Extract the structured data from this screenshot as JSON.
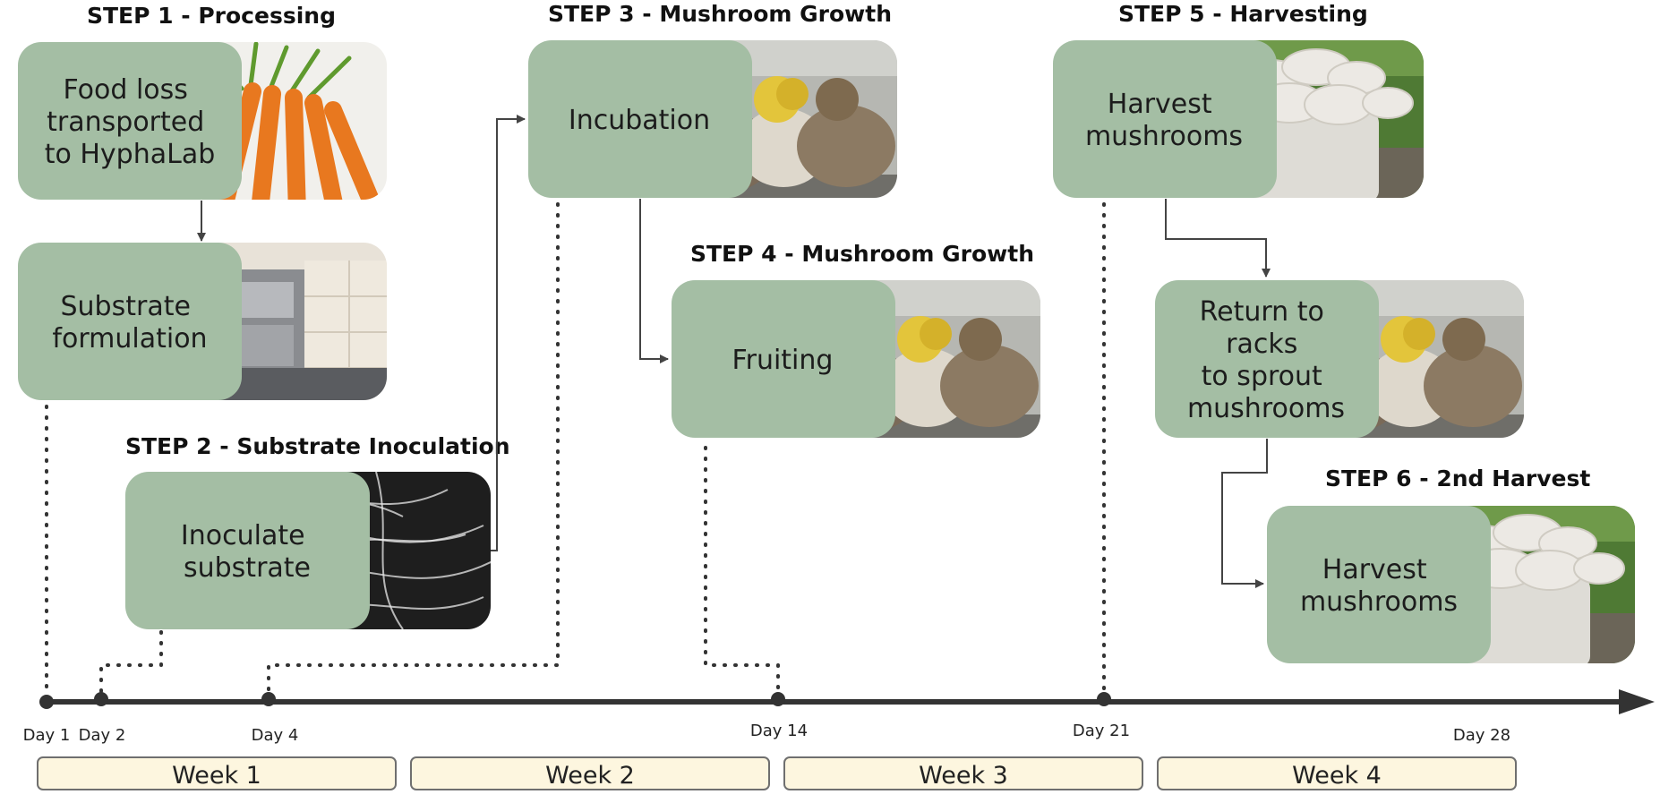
{
  "colors": {
    "box": "#a4bea4",
    "week_fill": "#fdf6df",
    "week_stroke": "#6f6f6f",
    "axis": "#333333",
    "connector": "#444444"
  },
  "steps": [
    {
      "id": "step1",
      "title": "STEP 1 - Processing",
      "photo": "carrots-photo",
      "boxes": [
        {
          "id": "food-loss",
          "lines": [
            "Food loss",
            "transported",
            "to HyphaLab"
          ],
          "photo": "carrots-photo"
        },
        {
          "id": "substrate",
          "lines": [
            "Substrate",
            "formulation"
          ],
          "photo": "kitchen-equipment-photo"
        }
      ]
    },
    {
      "id": "step2",
      "title": "STEP 2 - Substrate Inoculation",
      "boxes": [
        {
          "id": "inoculate",
          "lines": [
            "Inoculate",
            "substrate"
          ],
          "photo": "mycelium-photo"
        }
      ]
    },
    {
      "id": "step3",
      "title": "STEP 3 - Mushroom Growth",
      "boxes": [
        {
          "id": "incubation",
          "lines": [
            "Incubation"
          ],
          "photo": "grow-bags-photo"
        }
      ]
    },
    {
      "id": "step4",
      "title": "STEP 4 - Mushroom Growth",
      "boxes": [
        {
          "id": "fruiting",
          "lines": [
            "Fruiting"
          ],
          "photo": "grow-bags-photo"
        }
      ]
    },
    {
      "id": "step5",
      "title": "STEP 5 - Harvesting",
      "boxes": [
        {
          "id": "harvest1",
          "lines": [
            "Harvest",
            "mushrooms"
          ],
          "photo": "oyster-mushrooms-photo"
        },
        {
          "id": "return",
          "lines": [
            "Return to",
            "racks",
            "to sprout",
            "mushrooms"
          ],
          "photo": "grow-bags-photo"
        }
      ]
    },
    {
      "id": "step6",
      "title": "STEP 6 - 2nd Harvest",
      "boxes": [
        {
          "id": "harvest2",
          "lines": [
            "Harvest",
            "mushrooms"
          ],
          "photo": "oyster-mushrooms-photo"
        }
      ]
    }
  ],
  "timeline": {
    "days": [
      "Day 1",
      "Day 2",
      "Day 4",
      "Day 14",
      "Day 21",
      "Day 28"
    ],
    "weeks": [
      "Week 1",
      "Week 2",
      "Week 3",
      "Week 4"
    ]
  }
}
